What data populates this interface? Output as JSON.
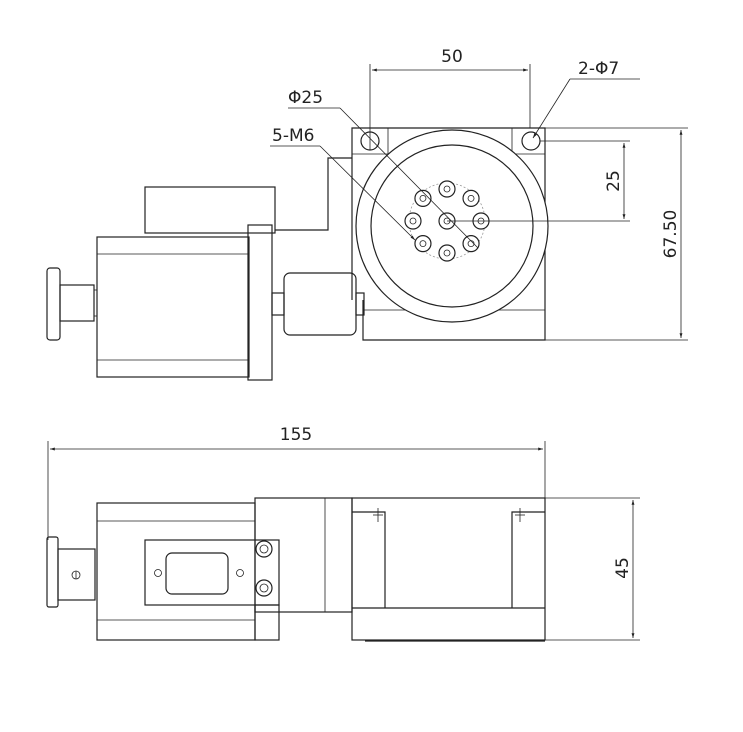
{
  "top_view": {
    "dim_width": "50",
    "dim_mount_holes": "2-Φ7",
    "dim_bolt_circle": "Φ25",
    "dim_threaded_holes": "5-M6",
    "dim_center_offset": "25",
    "dim_height": "67.50"
  },
  "side_view": {
    "dim_length": "155",
    "dim_height": "45"
  },
  "colors": {
    "line": "#222222",
    "background": "#ffffff"
  }
}
